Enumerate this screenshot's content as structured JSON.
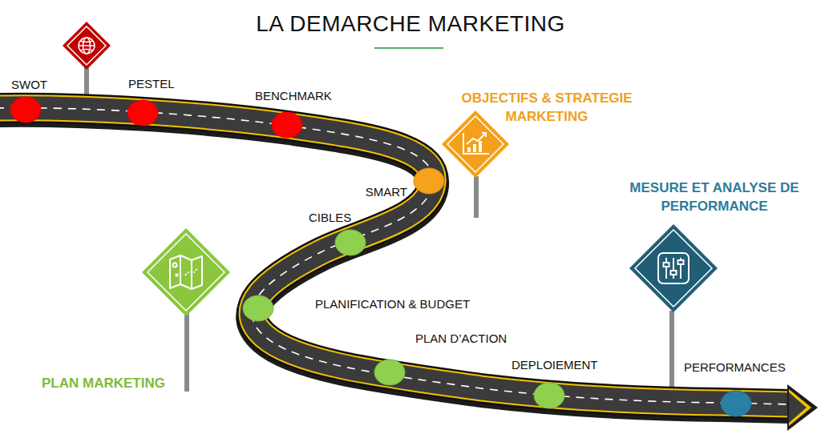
{
  "diagram": {
    "title": "LA DEMARCHE MARKETING",
    "nodes": [
      {
        "text": [
          "SWOT"
        ]
      },
      {
        "text": [
          "PESTEL"
        ]
      },
      {
        "text": [
          "BENCHMARK"
        ]
      },
      {
        "text": [
          "SMART"
        ]
      },
      {
        "text": [
          "CIBLES"
        ]
      },
      {
        "text": [
          "PLANIFICATION & BUDGET"
        ]
      },
      {
        "text": [
          "PLAN D’ACTION"
        ]
      },
      {
        "text": [
          "DEPLOIEMENT"
        ]
      },
      {
        "text": [
          "PERFORMANCES"
        ]
      },
      {
        "text": [
          "OBJECTIFS & STRATEGIE MARKETING"
        ]
      },
      {
        "text": [
          "PLAN MARKETING"
        ]
      },
      {
        "text": [
          "MESURE ET ANALYSE DE PERFORMANCE"
        ]
      }
    ]
  }
}
